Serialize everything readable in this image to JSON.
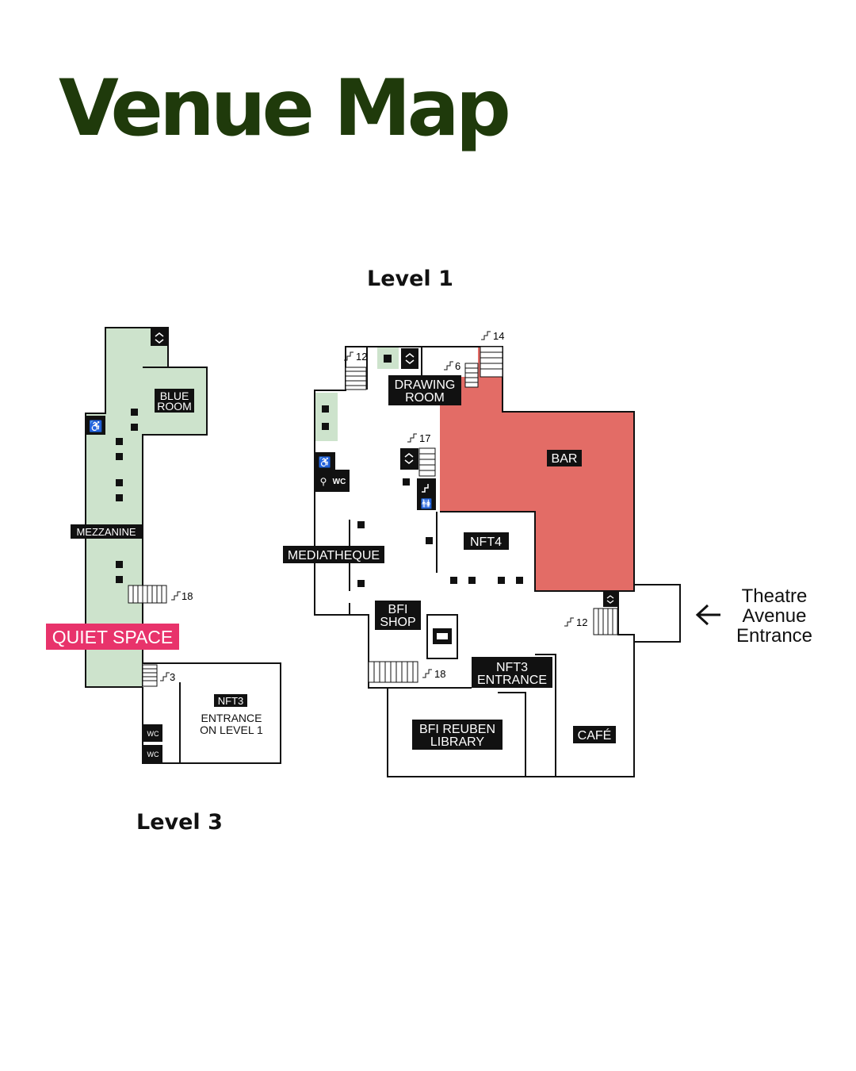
{
  "title": "Venue Map",
  "level1_label": "Level 1",
  "level3_label": "Level 3",
  "colors": {
    "title": "#1f3a0b",
    "green_zone": "#cde3cc",
    "bar": "#e36c66",
    "quiet_space": "#e8336b",
    "walls": "#111111"
  },
  "level3": {
    "mezzanine": "MEZZANINE",
    "blue_room": [
      "BLUE",
      "ROOM"
    ],
    "quiet_space": "QUIET SPACE",
    "nft3": "NFT3",
    "entrance_note": [
      "ENTRANCE",
      "ON LEVEL 1"
    ],
    "wc": "WC",
    "stairs": [
      "18",
      "3"
    ]
  },
  "level1": {
    "drawing_room": [
      "DRAWING",
      "ROOM"
    ],
    "bar": "BAR",
    "nft4": "NFT4",
    "mediatheque": "MEDIATHEQUE",
    "bfi_shop": [
      "BFI",
      "SHOP"
    ],
    "nft3_entrance": [
      "NFT3",
      "ENTRANCE"
    ],
    "library": [
      "BFI REUBEN",
      "LIBRARY"
    ],
    "cafe": "CAFÉ",
    "wc": "WC",
    "stairs": [
      "12",
      "6",
      "14",
      "17",
      "12",
      "18"
    ],
    "theatre_entrance": [
      "Theatre",
      "Avenue",
      "Entrance"
    ]
  }
}
